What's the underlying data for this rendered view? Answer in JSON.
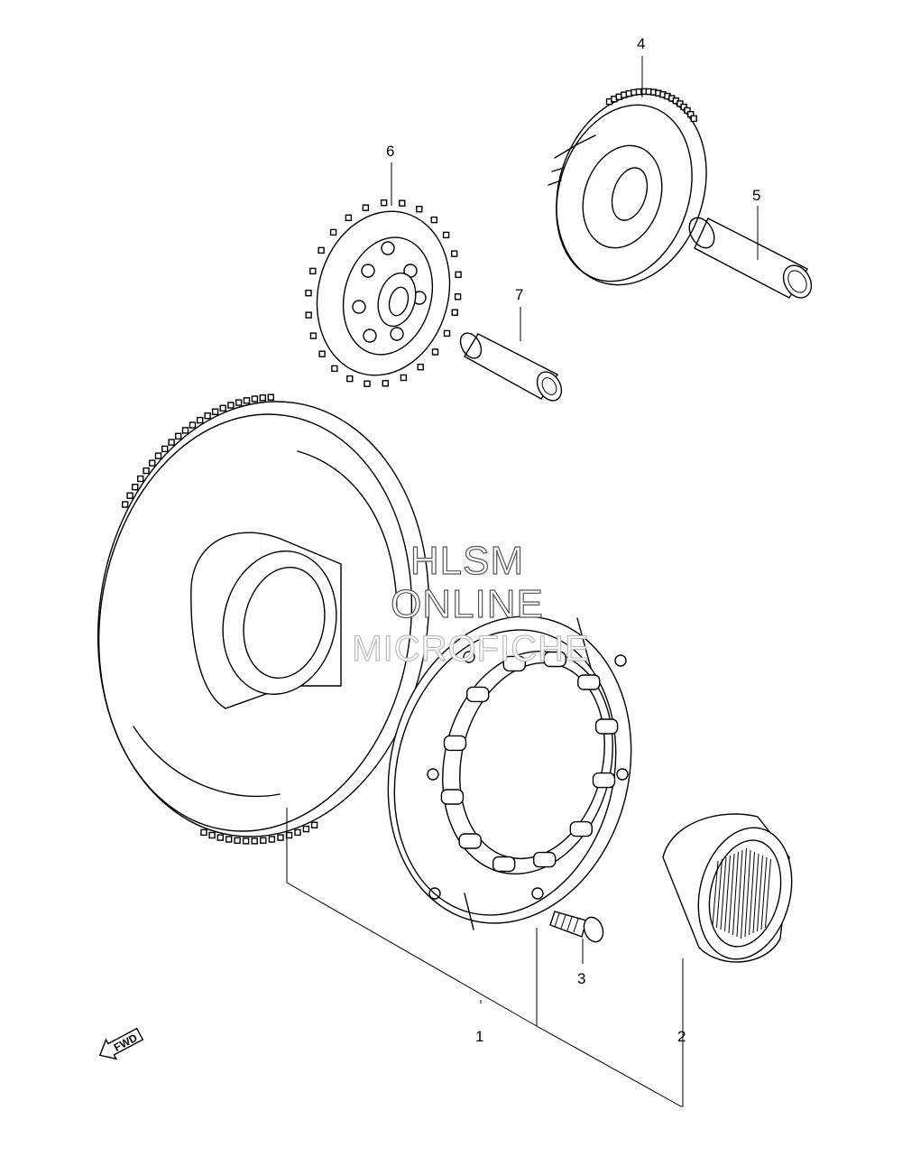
{
  "watermark": {
    "line1": "HLSM",
    "line2": "ONLINE",
    "line3": "MICROFICHE"
  },
  "callouts": [
    {
      "id": "1",
      "label": "1"
    },
    {
      "id": "2",
      "label": "2"
    },
    {
      "id": "3",
      "label": "3"
    },
    {
      "id": "4",
      "label": "4"
    },
    {
      "id": "5",
      "label": "5"
    },
    {
      "id": "6",
      "label": "6"
    },
    {
      "id": "7",
      "label": "7"
    }
  ],
  "direction_indicator": {
    "label": "FWD"
  }
}
